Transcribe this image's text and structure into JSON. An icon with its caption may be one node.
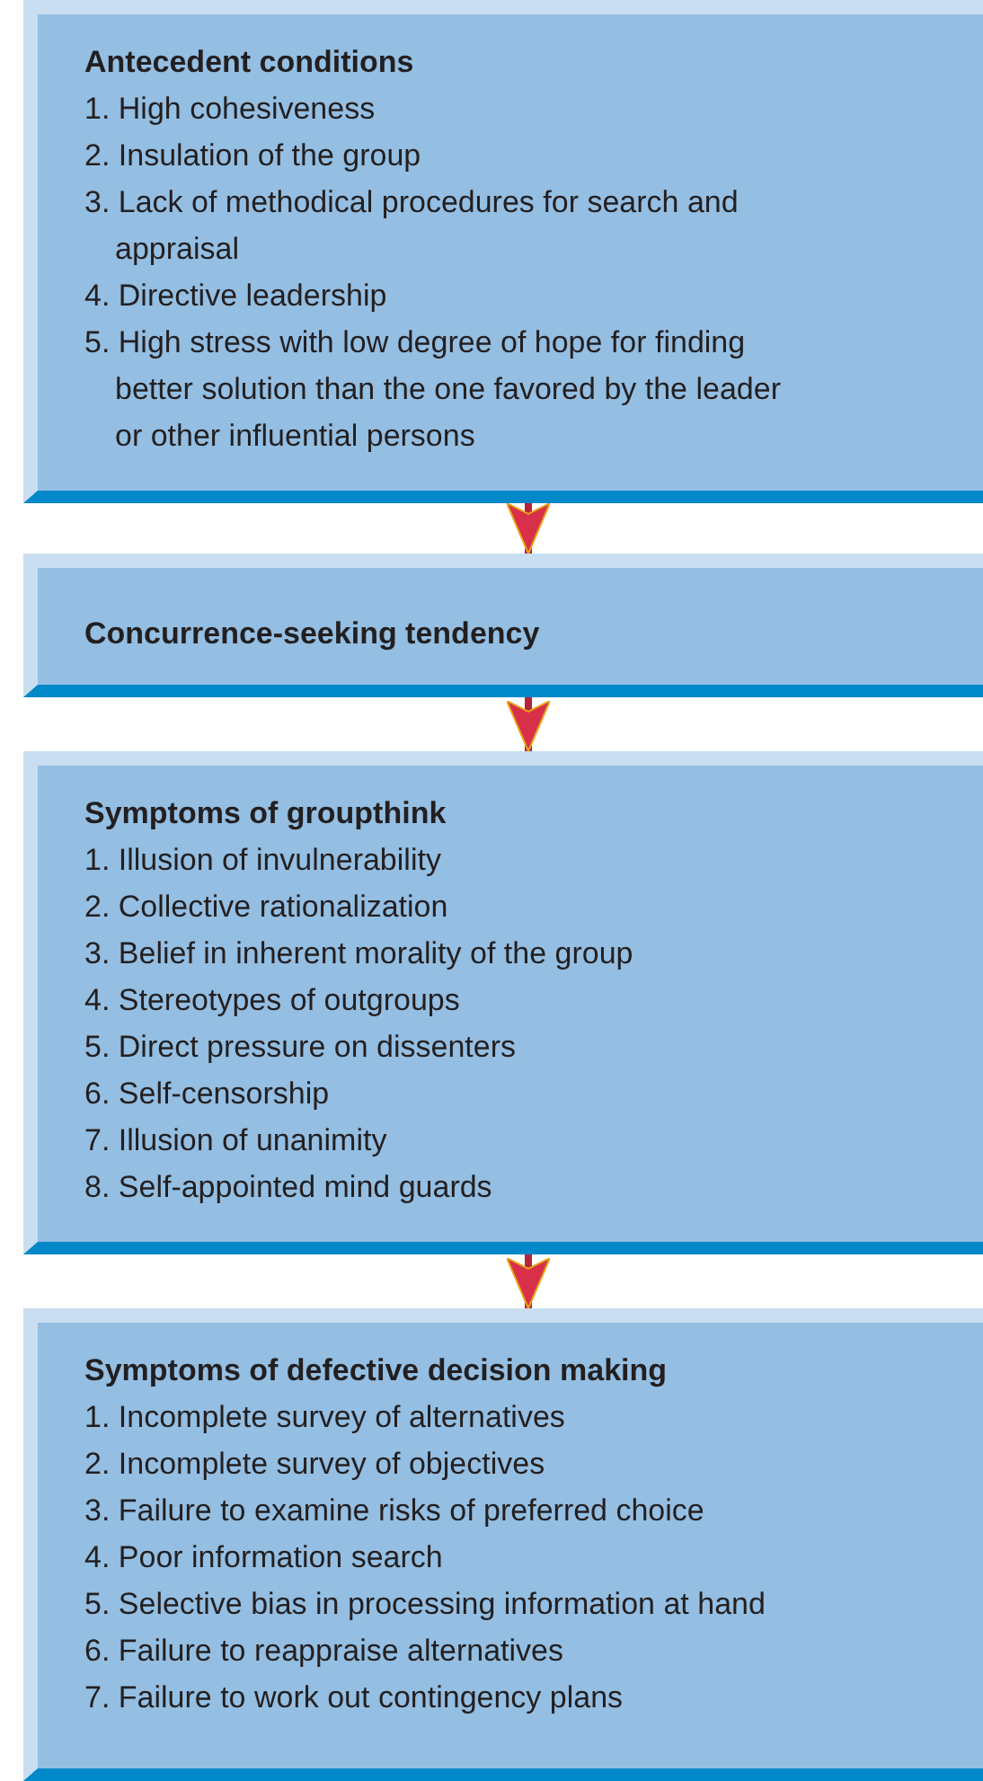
{
  "diagram": {
    "nodes": [
      {
        "text": [
          "Antecedent conditions",
          "1. High cohesiveness",
          "2. Insulation of the group",
          "3. Lack of methodical procedures for search and appraisal",
          "4. Directive leadership",
          "5. High stress with low degree of hope for finding better solution than the one favored by the leader or other influential persons"
        ]
      },
      {
        "text": [
          "Concurrence-seeking tendency"
        ]
      },
      {
        "text": [
          "Symptoms of groupthink",
          "1. Illusion of invulnerability",
          "2. Collective rationalization",
          "3. Belief in inherent morality of the group",
          "4. Stereotypes of outgroups",
          "5. Direct pressure on dissenters",
          "6. Self-censorship",
          "7. Illusion of unanimity",
          "8. Self-appointed mind guards"
        ]
      },
      {
        "text": [
          "Symptoms of defective decision making",
          "1. Incomplete survey of alternatives",
          "2. Incomplete survey of objectives",
          "3. Failure to examine risks of preferred choice",
          "4. Poor information search",
          "5. Selective bias in processing information at hand",
          "6. Failure to reappraise alternatives",
          "7. Failure to work out contingency plans"
        ]
      }
    ],
    "edges": [
      {
        "from": 0,
        "to": 1,
        "arrow": "to"
      },
      {
        "from": 1,
        "to": 2,
        "arrow": "to"
      },
      {
        "from": 2,
        "to": 3,
        "arrow": "to"
      }
    ]
  }
}
